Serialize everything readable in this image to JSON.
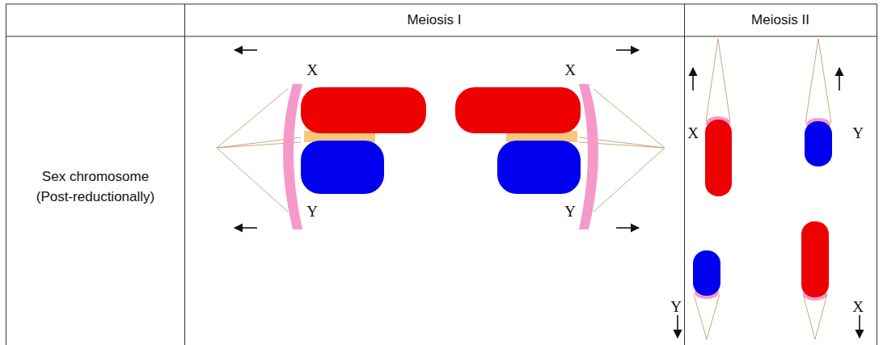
{
  "diagram": {
    "labels": [
      "Meiosis I",
      "Meiosis II",
      "Sex chromosome (Post-reductionally)",
      "X",
      "X",
      "Y",
      "Y",
      "X",
      "Y",
      "Y",
      "X"
    ]
  }
}
